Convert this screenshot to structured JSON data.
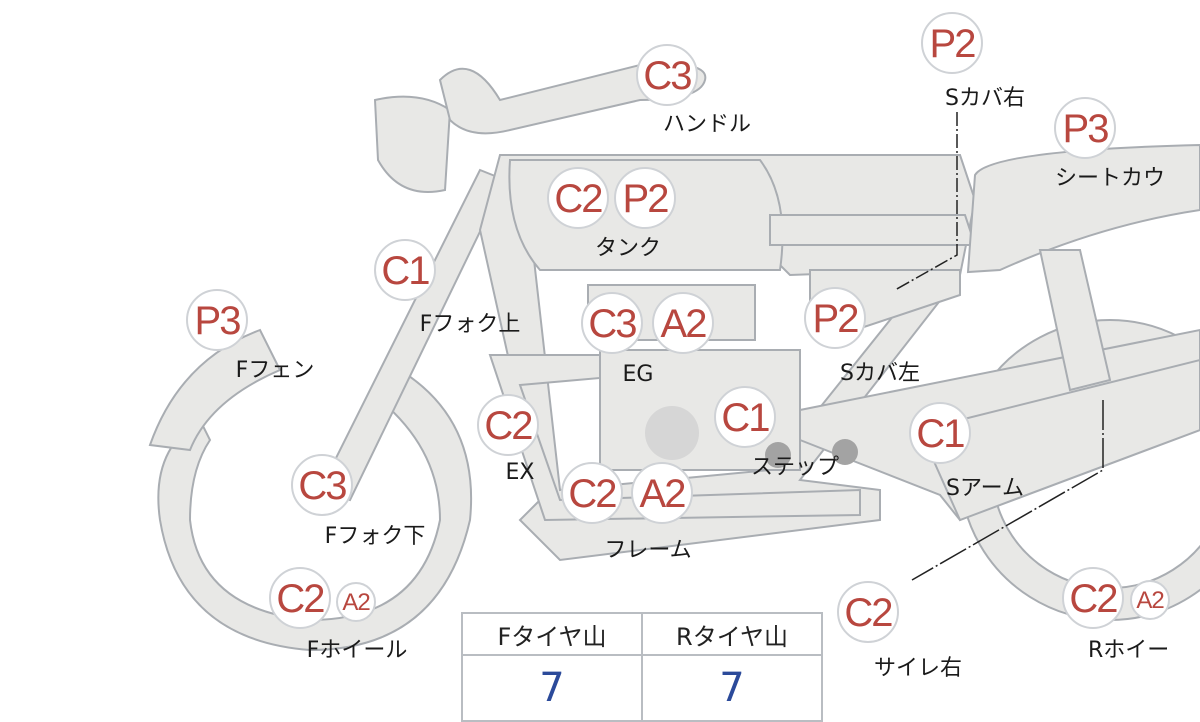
{
  "colors": {
    "badge_text": "#b8473f",
    "part_fill": "#e8e8e6",
    "part_stroke": "#a9adb2",
    "tyre_value": "#2b4a9a"
  },
  "parts": [
    {
      "id": "handle",
      "badges": [
        "C3"
      ],
      "label": "ハンドル"
    },
    {
      "id": "scover_r",
      "badges": [
        "P2"
      ],
      "label": "Sカバ右"
    },
    {
      "id": "seat_cowl",
      "badges": [
        "P3"
      ],
      "label": "シートカウ"
    },
    {
      "id": "tank",
      "badges": [
        "C2",
        "P2"
      ],
      "label": "タンク"
    },
    {
      "id": "ffork_upper",
      "badges": [
        "C1"
      ],
      "label": "Fフォク上"
    },
    {
      "id": "ffender",
      "badges": [
        "P3"
      ],
      "label": "Fフェン"
    },
    {
      "id": "engine",
      "badges": [
        "C3",
        "A2"
      ],
      "label": "EG"
    },
    {
      "id": "scover_l",
      "badges": [
        "P2"
      ],
      "label": "Sカバ左"
    },
    {
      "id": "exhaust",
      "badges": [
        "C2"
      ],
      "label": "EX"
    },
    {
      "id": "step",
      "badges": [
        "C1"
      ],
      "label": "ステップ"
    },
    {
      "id": "swingarm",
      "badges": [
        "C1"
      ],
      "label": "Sアーム"
    },
    {
      "id": "ffork_lower",
      "badges": [
        "C3"
      ],
      "label": "Fフォク下"
    },
    {
      "id": "frame",
      "badges": [
        "C2",
        "A2"
      ],
      "label": "フレーム"
    },
    {
      "id": "fwheel",
      "badges": [
        "C2",
        "A2"
      ],
      "label": "Fホイール"
    },
    {
      "id": "silencer_r",
      "badges": [
        "C2"
      ],
      "label": "サイレ右"
    },
    {
      "id": "rwheel",
      "badges": [
        "C2",
        "A2"
      ],
      "label": "Rホイー"
    }
  ],
  "tyre_table": {
    "headers": [
      "Fタイヤ山",
      "Rタイヤ山"
    ],
    "values": [
      "7",
      "7"
    ]
  }
}
